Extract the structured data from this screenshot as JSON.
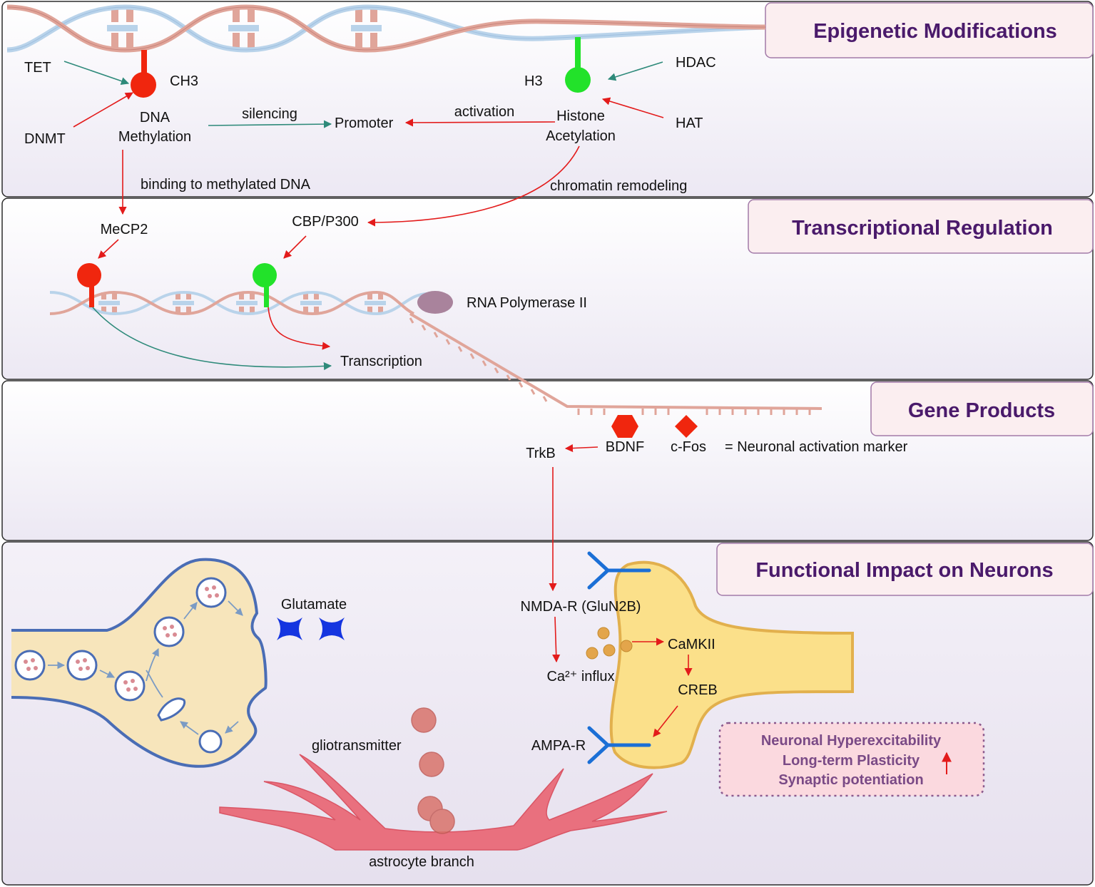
{
  "panels": {
    "epigenetic": {
      "title": "Epigenetic Modifications"
    },
    "transcriptional": {
      "title": "Transcriptional Regulation"
    },
    "gene_products": {
      "title": "Gene Products"
    },
    "functional": {
      "title": "Functional Impact on Neurons"
    }
  },
  "labels": {
    "tet": "TET",
    "dnmt": "DNMT",
    "ch3": "CH3",
    "dna_methylation_1": "DNA",
    "dna_methylation_2": "Methylation",
    "silencing": "silencing",
    "promoter": "Promoter",
    "activation": "activation",
    "h3": "H3",
    "hdac": "HDAC",
    "hat": "HAT",
    "histone_acetylation_1": "Histone",
    "histone_acetylation_2": "Acetylation",
    "binding": "binding to methylated DNA",
    "chromatin_remodeling": "chromatin remodeling",
    "mecp2": "MeCP2",
    "cbp_p300": "CBP/P300",
    "rna_pol": "RNA Polymerase II",
    "transcription": "Transcription",
    "trkb": "TrkB",
    "bdnf": "BDNF",
    "cfos": "c-Fos",
    "marker": "= Neuronal activation marker",
    "glutamate": "Glutamate",
    "nmda": "NMDA-R (GluN2B)",
    "ca_influx": "Ca²⁺ influx",
    "camkii": "CaMKII",
    "creb": "CREB",
    "ampa": "AMPA-R",
    "gliotransmitter": "gliotransmitter",
    "astrocyte": "astrocyte branch"
  },
  "effects": {
    "line1": "Neuronal Hyperexcitability",
    "line2": "Long-term Plasticity",
    "line3": "Synaptic potentiation"
  },
  "colors": {
    "activation_arrow": "#e31b1b",
    "inhibition_arrow": "#2e8a7a",
    "methyl_mark": "#f0260e",
    "acetyl_mark": "#22e22a",
    "title_text": "#4a1a6b",
    "effect_text": "#7a4a86",
    "dna_strand_a": "#e0a59a",
    "dna_strand_b": "#b9d3ea",
    "presynapse_fill": "#f7e5bb",
    "postsynapse_fill": "#fbe08a",
    "receptor": "#1b6fd6",
    "glutamate": "#1535e0",
    "astrocyte": "#e9707e"
  }
}
